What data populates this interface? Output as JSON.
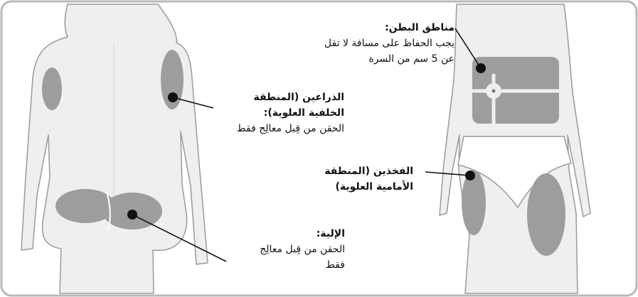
{
  "labels": {
    "abdomen": {
      "title": "مناطق البطن:",
      "line1": "يجب الحفاظ على مسافة لا تقل",
      "line2": "عن 5 سم من السرة"
    },
    "arms": {
      "title1": "الذراعين (المنطقة",
      "title2": "الخلفية العلوية):",
      "body": "الحقن من قِبل معالِج فقط"
    },
    "thighs": {
      "title1": "الفخذين (المنطقة",
      "title2": "الأمامية العلوية)"
    },
    "buttocks": {
      "title": "الإلية:",
      "line1": "الحقن من قِبل معالِج",
      "line2": "فقط"
    }
  },
  "colors": {
    "frame": "#b9b9b9",
    "skin": "#efefef",
    "outline": "#9a9a9a",
    "zone": "#9d9d9d",
    "dot": "#111111",
    "leader": "#111111",
    "cloth": "#ffffff"
  }
}
